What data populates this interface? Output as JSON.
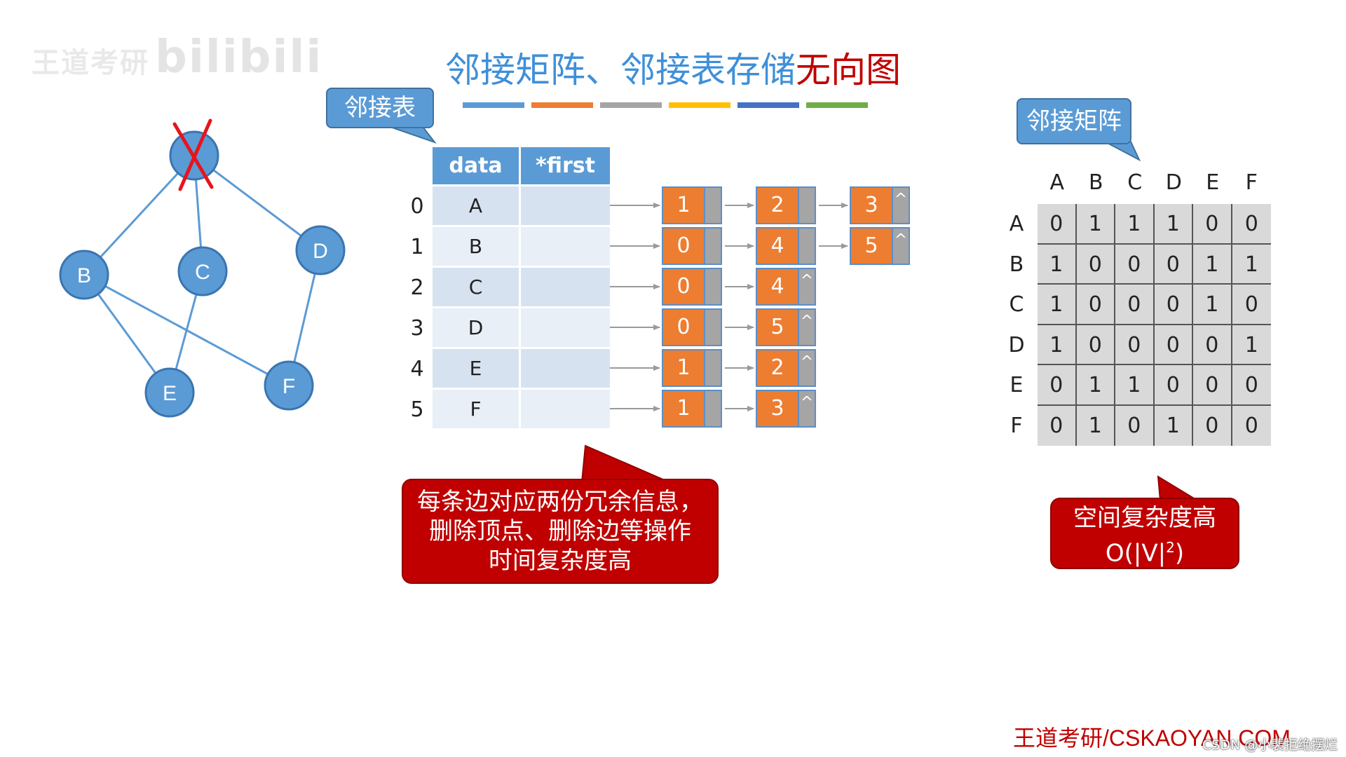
{
  "watermark": {
    "text": "王道考研",
    "brand": "bilibili"
  },
  "title": {
    "part_blue": "邻接矩阵、邻接表存储",
    "part_red": "无向图"
  },
  "color_bar": [
    "#5b9bd5",
    "#ed7d31",
    "#a5a5a5",
    "#ffc000",
    "#4472c4",
    "#70ad47"
  ],
  "graph": {
    "vertices": [
      "A",
      "B",
      "C",
      "D",
      "E",
      "F"
    ],
    "deleted_vertex": "A",
    "edges": [
      [
        "A",
        "B"
      ],
      [
        "A",
        "C"
      ],
      [
        "A",
        "D"
      ],
      [
        "B",
        "E"
      ],
      [
        "B",
        "F"
      ],
      [
        "C",
        "E"
      ],
      [
        "D",
        "F"
      ]
    ]
  },
  "adj_list_callout": "邻接表",
  "adj_list": {
    "header_data": "data",
    "header_first": "*first",
    "rows": [
      {
        "index": "0",
        "data": "A",
        "nodes": [
          "1",
          "2",
          "3"
        ]
      },
      {
        "index": "1",
        "data": "B",
        "nodes": [
          "0",
          "4",
          "5"
        ]
      },
      {
        "index": "2",
        "data": "C",
        "nodes": [
          "0",
          "4"
        ]
      },
      {
        "index": "3",
        "data": "D",
        "nodes": [
          "0",
          "5"
        ]
      },
      {
        "index": "4",
        "data": "E",
        "nodes": [
          "1",
          "2"
        ]
      },
      {
        "index": "5",
        "data": "F",
        "nodes": [
          "1",
          "3"
        ]
      }
    ],
    "null_symbol": "^"
  },
  "adj_list_note": {
    "line1": "每条边对应两份冗余信息，",
    "line2": "删除顶点、删除边等操作",
    "line3": "时间复杂度高"
  },
  "adj_matrix_callout": "邻接矩阵",
  "adj_matrix": {
    "labels": [
      "A",
      "B",
      "C",
      "D",
      "E",
      "F"
    ],
    "rows": [
      [
        "0",
        "1",
        "1",
        "1",
        "0",
        "0"
      ],
      [
        "1",
        "0",
        "0",
        "0",
        "1",
        "1"
      ],
      [
        "1",
        "0",
        "0",
        "0",
        "1",
        "0"
      ],
      [
        "1",
        "0",
        "0",
        "0",
        "0",
        "1"
      ],
      [
        "0",
        "1",
        "1",
        "0",
        "0",
        "0"
      ],
      [
        "0",
        "1",
        "0",
        "1",
        "0",
        "0"
      ]
    ]
  },
  "adj_matrix_note": {
    "line1": "空间复杂度高",
    "line2_prefix": "O(|V|",
    "line2_sup": "2",
    "line2_suffix": ")"
  },
  "footer": "王道考研/CSKAOYAN.COM",
  "csdn": "CSDN @小裴拒绝摆烂",
  "colors": {
    "blue": "#5b9bd5",
    "orange": "#ed7d31",
    "grey": "#a5a5a5",
    "red": "#c00000",
    "table_light": "#dce6f2",
    "table_header": "#5b9bd5"
  }
}
